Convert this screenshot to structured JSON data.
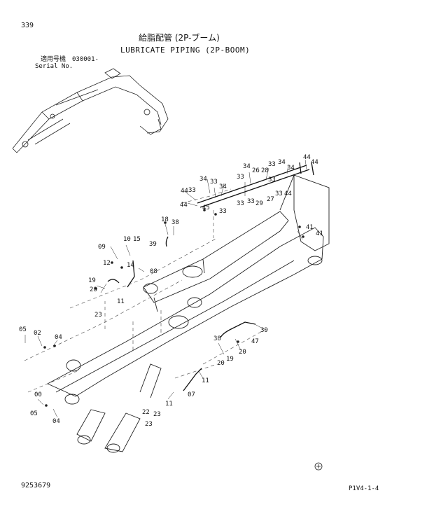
{
  "header": {
    "page_number": "339",
    "title_jp": "給脂配管 (2P-ブーム)",
    "title_en": "LUBRICATE PIPING (2P-BOOM)",
    "serial_label_jp": "適用号機",
    "serial_value": "030001-",
    "serial_label_en": "Serial No."
  },
  "footer": {
    "doc_number": "9253679",
    "page_code": "P1V4-1-4"
  },
  "callouts": [
    "44",
    "44",
    "34",
    "33",
    "34",
    "26",
    "28",
    "33",
    "34",
    "44",
    "33",
    "34",
    "33",
    "34",
    "33",
    "27",
    "33",
    "44",
    "33",
    "33",
    "29",
    "44",
    "45",
    "33",
    "18",
    "38",
    "41",
    "39",
    "41",
    "09",
    "10",
    "15",
    "12",
    "14",
    "08",
    "19",
    "20",
    "11",
    "23",
    "39",
    "05",
    "02",
    "04",
    "38",
    "47",
    "20",
    "19",
    "20",
    "11",
    "00",
    "07",
    "11",
    "05",
    "04",
    "22",
    "23",
    "23"
  ]
}
